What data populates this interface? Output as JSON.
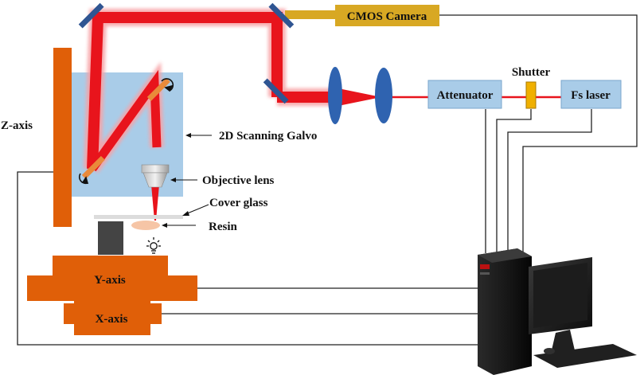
{
  "colors": {
    "beam": "#e8141c",
    "beam_glow": "#f7a3a6",
    "mirror": "#2f5592",
    "galvo_box": "#a9cce8",
    "galvo_mirror": "#e98a3a",
    "stage": "#e05f08",
    "box_blue": "#a9cce8",
    "camera": "#d8a823",
    "shutter": "#f0b000",
    "lens": "#2f63b0",
    "wire": "#222222"
  },
  "labels": {
    "camera": "CMOS Camera",
    "attenuator": "Attenuator",
    "shutter": "Shutter",
    "laser": "Fs laser",
    "z_axis": "Z-axis",
    "galvo": "2D Scanning Galvo",
    "objective": "Objective lens",
    "cover_glass": "Cover glass",
    "resin": "Resin",
    "y_axis": "Y-axis",
    "x_axis": "X-axis"
  },
  "icons": {
    "lamp": "lightbulb-icon",
    "rotation": "rotation-arrow-icon",
    "computer": "desktop-computer-icon"
  }
}
